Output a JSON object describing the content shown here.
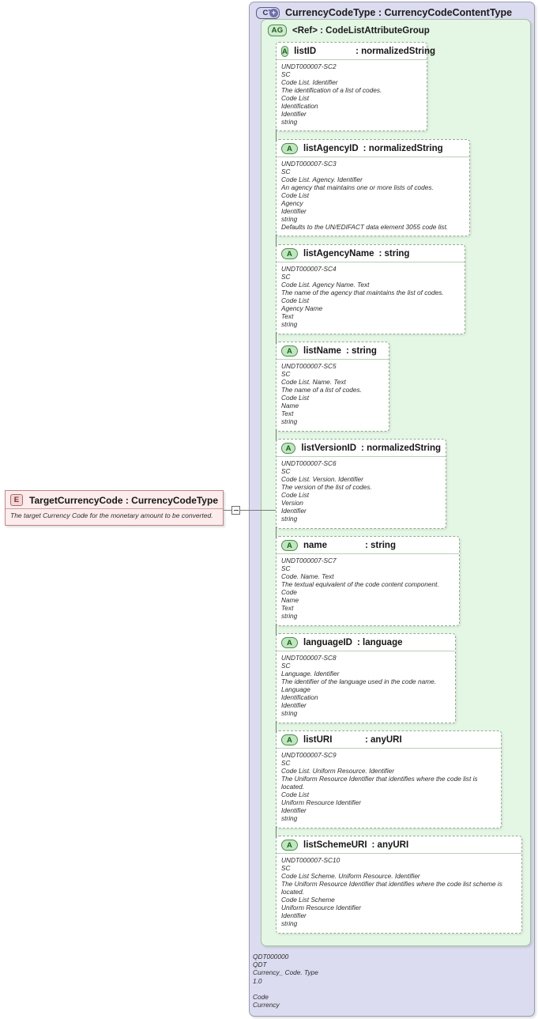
{
  "diagram": {
    "title": "CurrencyCodeType : CurrencyCodeContentType",
    "badges": {
      "complex_type": "CT",
      "complex_type_plus": "+",
      "attribute_group": "AG",
      "attribute": "A",
      "element": "E"
    },
    "attribute_group": {
      "ref_label": "<Ref>",
      "separator": ": ",
      "name": "CodeListAttributeGroup",
      "header": "<Ref>        : CodeListAttributeGroup"
    },
    "element": {
      "name": "TargetCurrencyCode",
      "separator": " : ",
      "type": "CurrencyCodeType",
      "header": "TargetCurrencyCode : CurrencyCodeType",
      "description": "The target Currency Code for the monetary amount to be converted."
    },
    "attributes": [
      {
        "name": "listID",
        "type": ": normalizedString",
        "lines": [
          "UNDT000007-SC2",
          "SC",
          "Code List. Identifier",
          "The identification of a list of codes.",
          "Code List",
          "Identification",
          "Identifier",
          "string"
        ]
      },
      {
        "name": "listAgencyID",
        "type": ": normalizedString",
        "lines": [
          "UNDT000007-SC3",
          "SC",
          "Code List. Agency. Identifier",
          "An agency that maintains one or more lists of codes.",
          "Code List",
          "Agency",
          "Identifier",
          "string",
          "Defaults to the UN/EDIFACT data element 3055 code list."
        ]
      },
      {
        "name": "listAgencyName",
        "type": ": string",
        "lines": [
          "UNDT000007-SC4",
          "SC",
          "Code List. Agency Name. Text",
          "The name of the agency that maintains the list of codes.",
          "Code List",
          "Agency Name",
          "Text",
          "string"
        ]
      },
      {
        "name": "listName",
        "type": ": string",
        "lines": [
          "UNDT000007-SC5",
          "SC",
          "Code List. Name. Text",
          "The name of a list of codes.",
          "Code List",
          "Name",
          "Text",
          "string"
        ]
      },
      {
        "name": "listVersionID",
        "type": ": normalizedString",
        "lines": [
          "UNDT000007-SC6",
          "SC",
          "Code List. Version. Identifier",
          "The version of the list of codes.",
          "Code List",
          "Version",
          "Identifier",
          "string"
        ]
      },
      {
        "name": "name",
        "type": ": string",
        "lines": [
          "UNDT000007-SC7",
          "SC",
          "Code. Name. Text",
          "The textual equivalent of the code content component.",
          "Code",
          "Name",
          "Text",
          "string"
        ]
      },
      {
        "name": "languageID",
        "type": ": language",
        "lines": [
          "UNDT000007-SC8",
          "SC",
          "Language. Identifier",
          "The identifier of the language used in the code name.",
          "Language",
          "Identification",
          "Identifier",
          "string"
        ]
      },
      {
        "name": "listURI",
        "type": ": anyURI",
        "lines": [
          "UNDT000007-SC9",
          "SC",
          "Code List. Uniform Resource. Identifier",
          "The Uniform Resource Identifier that identifies where the code list is located.",
          "Code List",
          "Uniform Resource Identifier",
          "Identifier",
          "string"
        ]
      },
      {
        "name": "listSchemeURI",
        "type": ": anyURI",
        "lines": [
          "UNDT000007-SC10",
          "SC",
          "Code List Scheme. Uniform Resource. Identifier",
          "The Uniform Resource Identifier that identifies where the code list scheme is located.",
          "Code List Scheme",
          "Uniform Resource Identifier",
          "Identifier",
          "string"
        ]
      }
    ],
    "footer": {
      "lines": [
        "QDT000000",
        "QDT",
        "Currency_ Code. Type",
        "1.0",
        "",
        "Code",
        "Currency"
      ]
    },
    "colors": {
      "complex_type_bg": "#dcdcf0",
      "attribute_group_bg": "#e4f6e4",
      "attribute_bg": "#ffffff",
      "element_bg": "#fdecec",
      "connector": "#7a7a7a"
    }
  }
}
